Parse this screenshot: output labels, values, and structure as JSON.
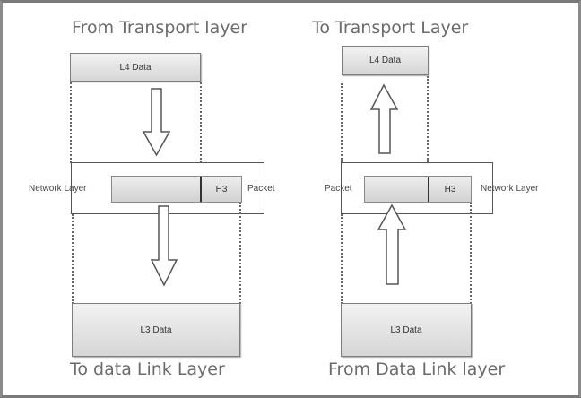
{
  "left_panel": {
    "top_caption": "From Transport layer",
    "top_box": "L4 Data",
    "packet_side_left": "Network Layer",
    "packet_header": "H3",
    "packet_side_right": "Packet",
    "bottom_box": "L3 Data",
    "bottom_caption": "To data Link Layer",
    "arrow_direction": "down"
  },
  "right_panel": {
    "top_caption": "To Transport Layer",
    "top_box": "L4  Data",
    "packet_side_left": "Packet",
    "packet_header": "H3",
    "packet_side_right": "Network Layer",
    "bottom_box": "L3 Data",
    "bottom_caption": "From Data  Link layer",
    "arrow_direction": "up"
  },
  "colors": {
    "caption": "#6b6b6b",
    "frame": "#7a7a7a",
    "box_border": "#7d7d7d"
  }
}
